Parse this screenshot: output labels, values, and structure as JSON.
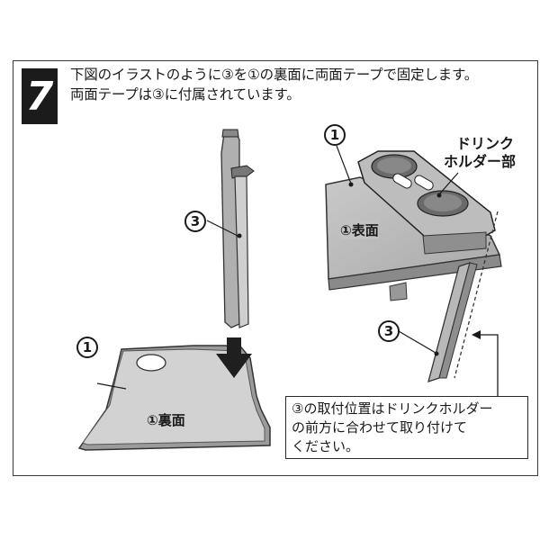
{
  "step": {
    "number": "7"
  },
  "instructions": {
    "line1": "下図のイラストのように③を①の裏面に両面テープで固定します。",
    "line2": "両面テープは③に付属されています。"
  },
  "labels": {
    "circled_3_top": "3",
    "circled_1_bottom": "1",
    "back_surface": "①裏面",
    "circled_1_top_right": "1",
    "front_surface": "①表面",
    "drink_holder_line1": "ドリンク",
    "drink_holder_line2": "ホルダー部",
    "circled_3_right": "3"
  },
  "callout": {
    "line1": "③の取付位置はドリンクホルダー",
    "line2": "の前方に合わせて取り付けて",
    "line3": "ください。"
  }
}
